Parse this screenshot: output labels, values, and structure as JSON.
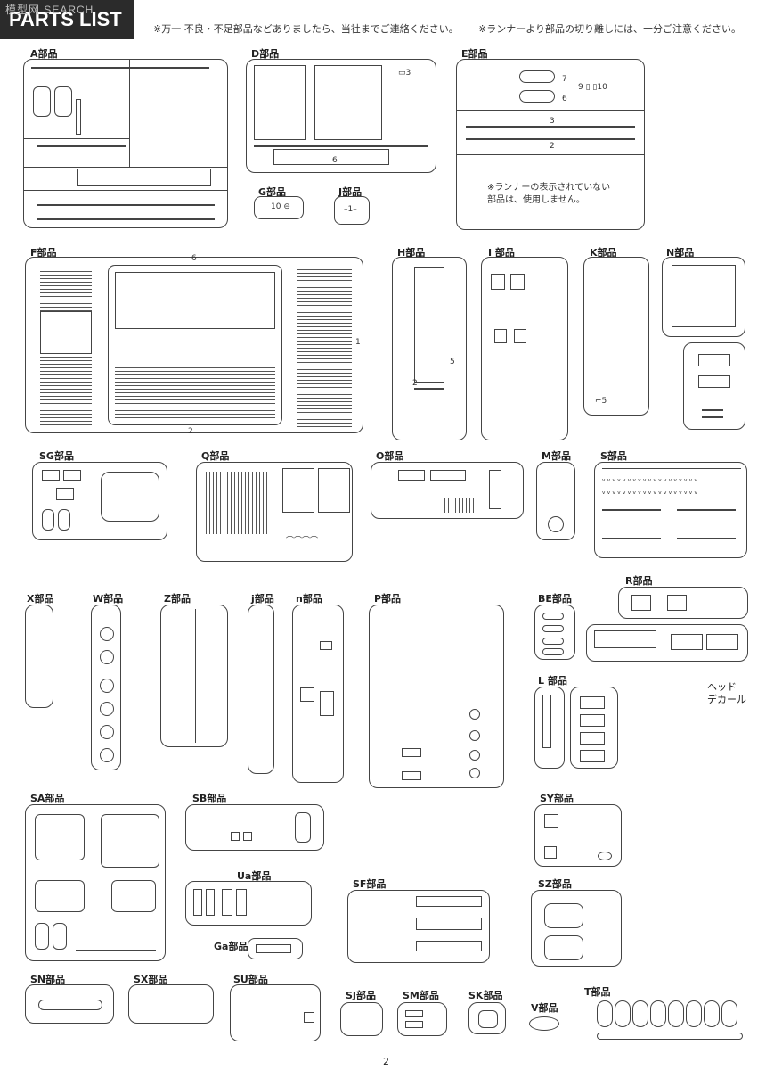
{
  "header": {
    "title": "PARTS LIST",
    "watermark": "模型网 SEARCH"
  },
  "notes": {
    "left": "※万一 不良・不足部品などありましたら、当社までご連絡ください。",
    "right": "※ランナーより部品の切り離しには、十分ご注意ください。",
    "unused": "※ランナーの表示されていない\n部品は、使用しません。"
  },
  "runners": {
    "A": "A部品",
    "D": "D部品",
    "E": "E部品",
    "G": "G部品",
    "J": "J部品",
    "F": "F部品",
    "H": "H部品",
    "I": "I 部品",
    "K": "K部品",
    "N": "N部品",
    "SG": "SG部品",
    "Q": "Q部品",
    "O": "O部品",
    "M": "M部品",
    "S": "S部品",
    "X": "X部品",
    "W": "W部品",
    "Z": "Z部品",
    "j": "j部品",
    "n": "n部品",
    "P": "P部品",
    "BE": "BE部品",
    "R": "R部品",
    "L": "L 部品",
    "SA": "SA部品",
    "SB": "SB部品",
    "SY": "SY部品",
    "Ua": "Ua部品",
    "SF": "SF部品",
    "SZ": "SZ部品",
    "Ga": "Ga部品",
    "SN": "SN部品",
    "SX": "SX部品",
    "SU": "SU部品",
    "SJ": "SJ部品",
    "SM": "SM部品",
    "SK": "SK部品",
    "V": "V部品",
    "T": "T部品"
  },
  "decal": {
    "line1": "ヘッド",
    "line2": "デカール"
  },
  "page_number": "2"
}
